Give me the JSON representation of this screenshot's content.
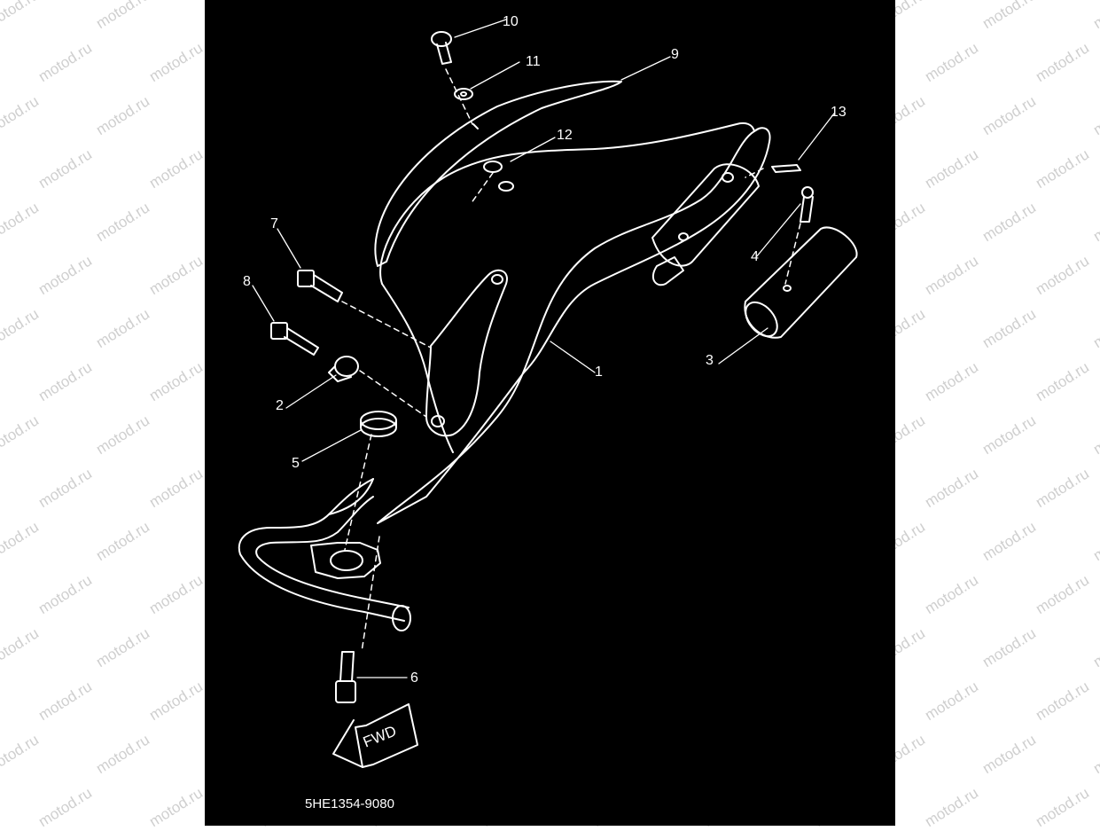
{
  "watermark_text": "motod.ru",
  "diagram": {
    "part_code": "5HE1354-9080",
    "fwd_label": "FWD",
    "callouts": [
      "10",
      "11",
      "9",
      "12",
      "13",
      "7",
      "4",
      "8",
      "3",
      "1",
      "2",
      "5",
      "6"
    ]
  },
  "colors": {
    "background": "#000000",
    "line": "#ffffff",
    "watermark": "#cfcfcf"
  }
}
